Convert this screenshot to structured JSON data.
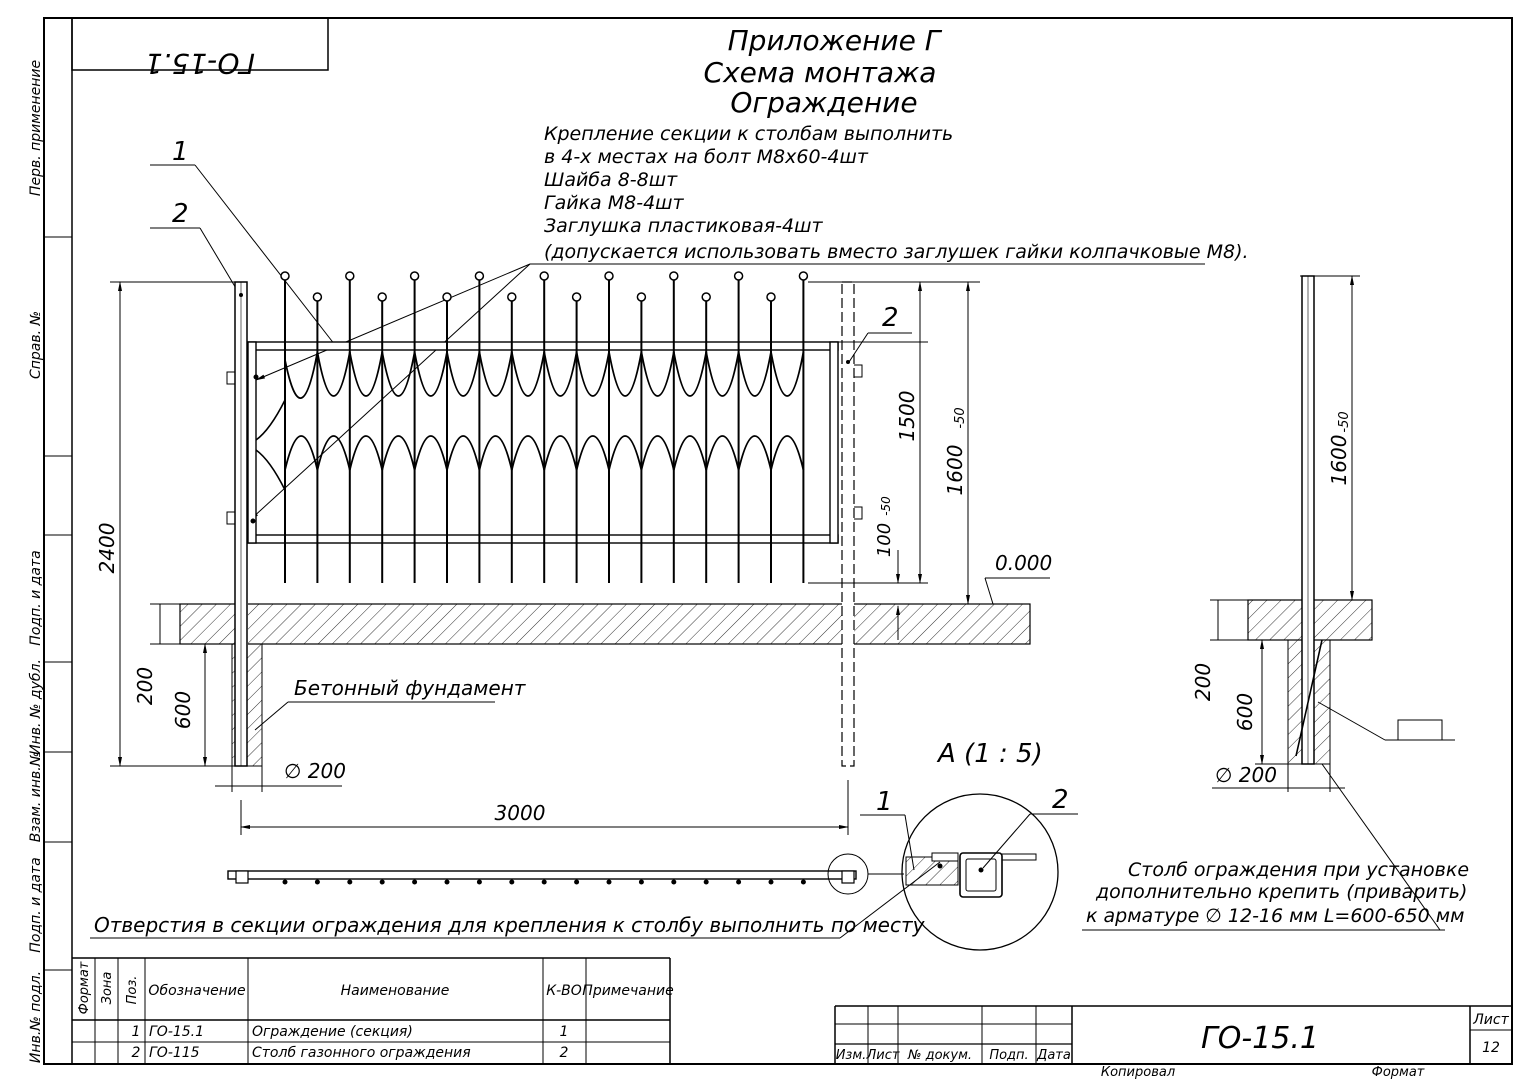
{
  "title": {
    "line1": "Приложение Г",
    "line2": "Схема монтажа",
    "line3": "Ограждение"
  },
  "stamp_mirrored": "ГО-15.1",
  "notes": [
    "Крепление секции к столбам выполнить",
    "в 4-х местах на болт М8х60-4шт",
    "Шайба 8-8шт",
    "Гайка М8-4шт",
    "Заглушка пластиковая-4шт",
    "(допускается использовать вместо заглушек гайки колпачковые М8)."
  ],
  "callouts": {
    "c1": "1",
    "c2": "2",
    "c2b": "2",
    "d1": "1",
    "d2": "2"
  },
  "dims": {
    "h2400": "2400",
    "h1500": "1500",
    "h1600": "1600",
    "h1600_tol": "-50",
    "h100": "100",
    "h100_tol": "-50",
    "level": "0.000",
    "h200": "200",
    "h600": "600",
    "dia200": "∅ 200",
    "w3000": "3000",
    "r1600": "1600",
    "r1600_tol": "-50",
    "r200": "200",
    "r600": "600",
    "rdia200": "∅ 200"
  },
  "labels": {
    "foundation": "Бетонный фундамент",
    "detail": "А (1 : 5)",
    "holes": "Отверстия в секции ограждения для крепления к столбу выполнить по месту",
    "post_note_1": "Столб ограждения при установке",
    "post_note_2": "дополнительно крепить (приварить)",
    "post_note_3": "к арматуре ∅ 12-16 мм L=600-650 мм"
  },
  "side_frame": [
    "Перв. применение",
    "Справ. №",
    "Подп. и дата",
    "Инв. № дубл.",
    "Взам. инв.№",
    "Подп. и дата",
    "Инв.№ подл."
  ],
  "spec": {
    "headers": [
      "Формат",
      "Зона",
      "Поз.",
      "Обозначение",
      "Наименование",
      "К-ВО",
      "Примечание"
    ],
    "rows": [
      {
        "pos": "1",
        "code": "ГО-15.1",
        "name": "Ограждение (секция)",
        "qty": "1"
      },
      {
        "pos": "2",
        "code": "ГО-115",
        "name": "Столб газонного ограждения",
        "qty": "2"
      }
    ]
  },
  "titleblock": {
    "code": "ГО-15.1",
    "sheet_label": "Лист",
    "sheet_no": "12",
    "cols": [
      "Изм.",
      "Лист",
      "№ докум.",
      "Подп.",
      "Дата"
    ],
    "copied": "Копировал",
    "format": "Формат"
  }
}
